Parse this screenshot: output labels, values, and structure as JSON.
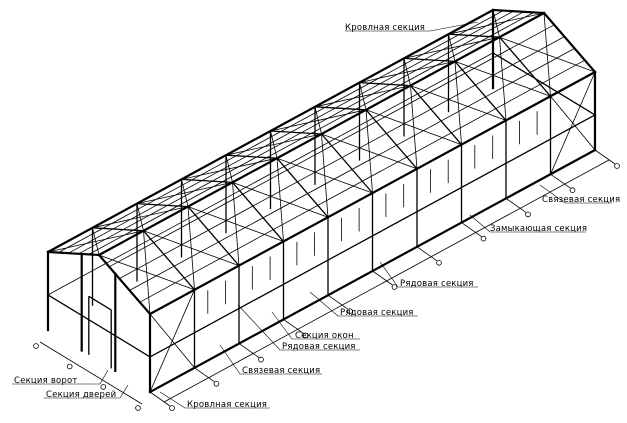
{
  "labels": {
    "roof_top": "Кровлная секция",
    "tie_right": "Связевая секция",
    "closing": "Замыкающая секция",
    "row_1": "Рядовая секция",
    "row_2": "Рядовая секция",
    "windows": "Секция окон",
    "row_3": "Рядовая секция",
    "tie_left": "Связевая секция",
    "gates": "Секция ворот",
    "doors": "Секция дверей",
    "roof_bottom": "Кровлная секция"
  }
}
